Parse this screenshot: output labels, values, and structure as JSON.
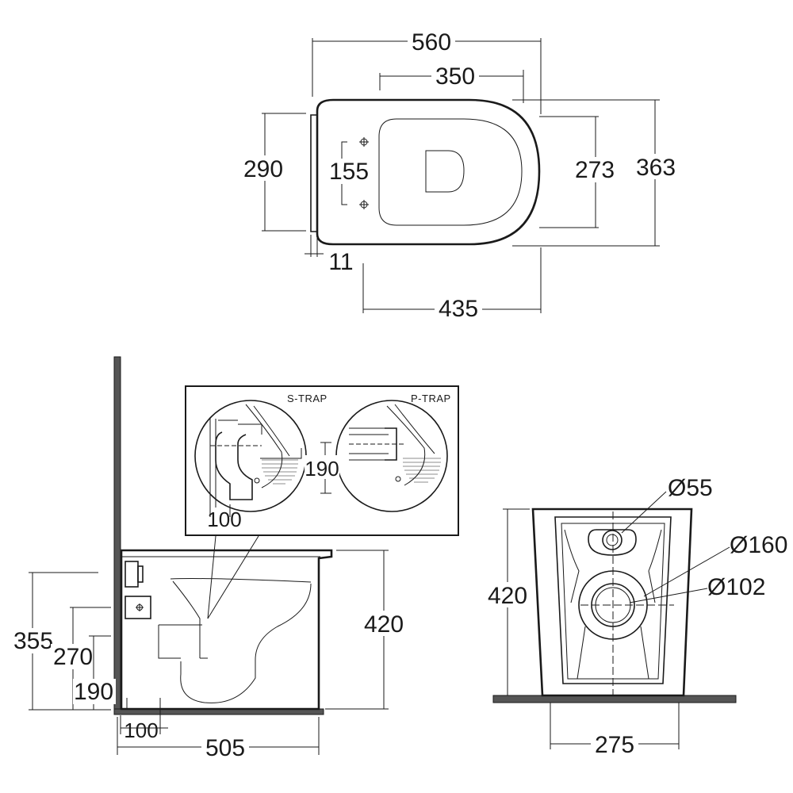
{
  "top_view": {
    "dims": {
      "overall_length": "560",
      "seat_length": "350",
      "rear_height": "290",
      "bolt_spacing": "155",
      "seat_width": "273",
      "overall_width": "363",
      "rear_gap": "11",
      "front_length": "435"
    }
  },
  "side_view": {
    "inset": {
      "s_trap_label": "S-TRAP",
      "p_trap_label": "P-TRAP",
      "p_trap_height": "190",
      "s_trap_offset": "100"
    },
    "dims": {
      "inlet_height": "355",
      "fixing_height": "270",
      "outlet_height": "190",
      "outlet_offset": "100",
      "projection": "505",
      "pan_height": "420"
    }
  },
  "rear_view": {
    "dims": {
      "inlet_diameter": "Ø55",
      "outlet_outer_diameter": "Ø160",
      "outlet_inner_diameter": "Ø102",
      "height": "420",
      "width": "275"
    }
  }
}
